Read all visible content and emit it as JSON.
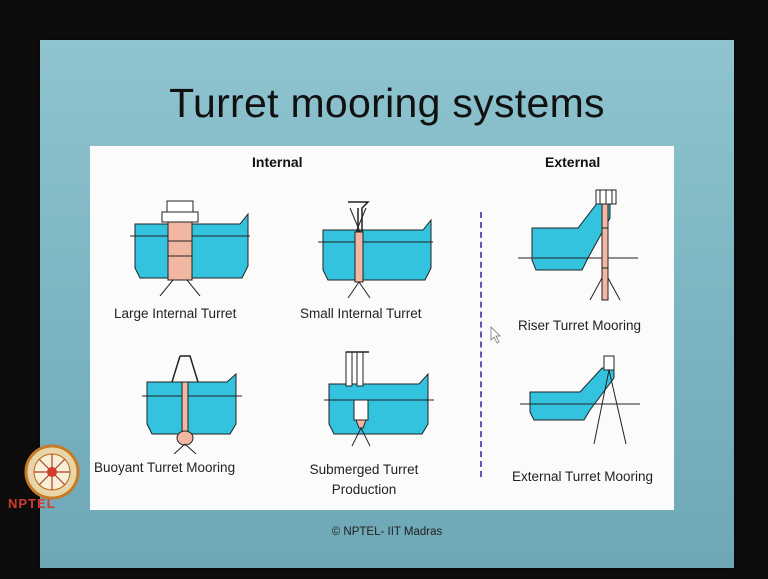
{
  "slide": {
    "title": "Turret mooring systems",
    "headers": {
      "internal": "Internal",
      "external": "External"
    },
    "diagrams": [
      {
        "label": "Large Internal Turret"
      },
      {
        "label": "Small Internal Turret"
      },
      {
        "label": "Buoyant Turret Mooring"
      },
      {
        "label": "Submerged Turret Production"
      },
      {
        "label": "Riser Turret Mooring"
      },
      {
        "label": "External Turret Mooring"
      }
    ],
    "footer": "© NPTEL- IIT Madras",
    "logo_text": "NPTEL"
  },
  "colors": {
    "water": "#33c3df",
    "turret": "#f2b7a3",
    "divider": "#5a5ab8"
  }
}
